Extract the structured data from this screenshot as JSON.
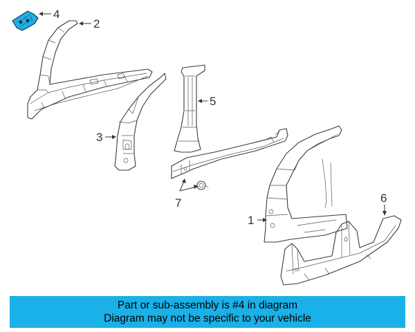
{
  "callouts": {
    "c1": "1",
    "c2": "2",
    "c3": "3",
    "c4": "4",
    "c5": "5",
    "c6": "6",
    "c7": "7"
  },
  "banner": {
    "line1": "Part or sub-assembly is #4 in diagram",
    "line2": "Diagram may not be specific to your vehicle"
  },
  "colors": {
    "highlight_part": "#1ab0e8",
    "banner_background": "#1ab0e8"
  }
}
